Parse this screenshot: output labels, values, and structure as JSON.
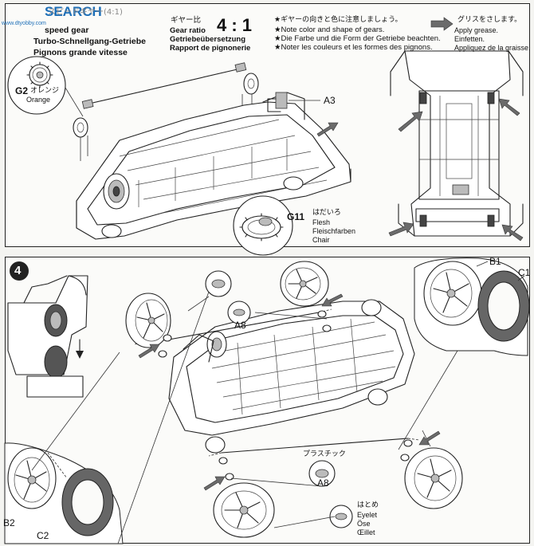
{
  "watermark": {
    "text": "SEARCH",
    "site": "www.dtyobby.com"
  },
  "step3": {
    "title_jp": "スピードギヤー(4:1)",
    "title_en_partial": "speed gear",
    "title_de": "Turbo-Schnellgang-Getriebe",
    "title_fr": "Pignons grande vitesse",
    "gear_ratio": {
      "jp": "ギヤー比",
      "en": "Gear ratio",
      "de": "Getriebeübersetzung",
      "fr": "Rapport de pignonerie",
      "value": "4 : 1"
    },
    "notes": [
      "★ギヤーの向きと色に注意しましょう。",
      "★Note color and shape of gears.",
      "★Die Farbe und die Form der Getriebe beachten.",
      "★Noter les couleurs et les formes des pignons."
    ],
    "grease": {
      "jp": "グリスをさします。",
      "en": "Apply grease.",
      "de": "Einfetten.",
      "fr": "Appliquez de la graisse."
    },
    "part_g2": {
      "code": "G2",
      "jp": "オレンジ",
      "en": "Orange"
    },
    "part_a3": {
      "code": "A3"
    },
    "part_g11": {
      "code": "G11",
      "jp": "はだいろ",
      "en": "Flesh",
      "de": "Fleischfarben",
      "fr": "Chair"
    }
  },
  "step4": {
    "number": "4",
    "parts": {
      "b1": "B1",
      "c1": "C1",
      "b2": "B2",
      "c2": "C2",
      "a8_top": "A8",
      "a8_bottom": "A8",
      "plastic_jp": "プラスチック",
      "eyelet": {
        "jp": "はとめ",
        "en": "Eyelet",
        "de": "Öse",
        "fr": "Œillet"
      }
    }
  },
  "colors": {
    "paper": "#f4f4f1",
    "ink": "#222222",
    "grease_arrow": "#6b6b6b",
    "watermark": "#1d6fb8"
  }
}
